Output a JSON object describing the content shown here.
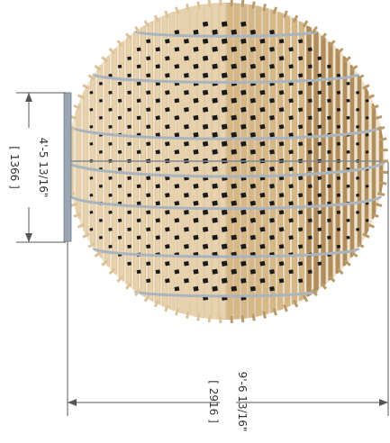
{
  "dimensions": {
    "height": {
      "imperial": "4'-5 13/16\"",
      "metric": "[ 1366 ]"
    },
    "width": {
      "imperial": "9'-6 13/16\"",
      "metric": "[ 2916 ]"
    }
  },
  "colors": {
    "fin_light": "#e8d2ad",
    "fin_mid": "#d6b888",
    "fin_dark": "#b08d5e",
    "rib": "#a9b4bf",
    "rib_dark": "#7f8a96",
    "slot": "#1a1a1a",
    "dim_line": "#555555",
    "bracket": "#8e9aa6"
  }
}
